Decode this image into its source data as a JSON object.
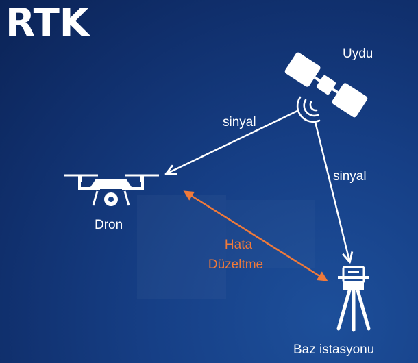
{
  "title": "RTK",
  "nodes": {
    "satellite": "Uydu",
    "drone": "Dron",
    "base_station": "Baz istasyonu"
  },
  "edges": {
    "signal_to_drone": "sinyal",
    "signal_to_base": "sinyal",
    "correction_line1": "Hata",
    "correction_line2": "Düzeltme"
  },
  "colors": {
    "accent": "#f07a3a",
    "line": "#ffffff"
  }
}
